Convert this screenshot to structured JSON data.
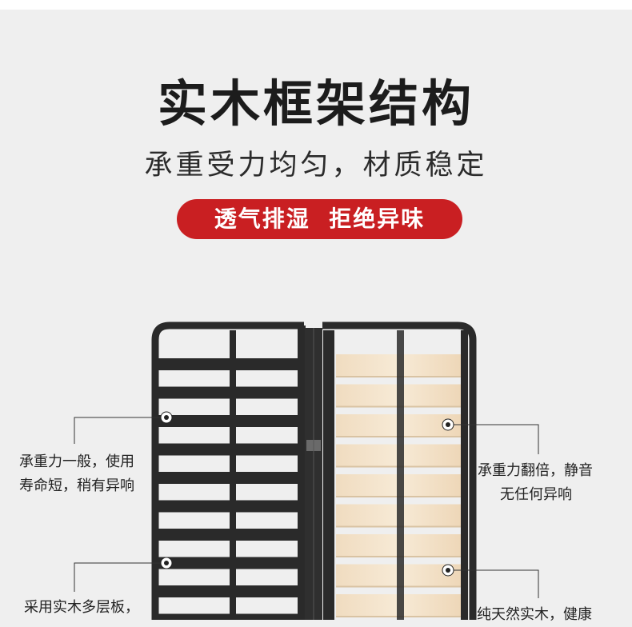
{
  "header": {
    "title": "实木框架结构",
    "subtitle": "承重受力均匀，材质稳定",
    "badge": "透气排湿  拒绝异味"
  },
  "callouts": {
    "left_top": [
      "承重力一般，使用",
      "寿命短，稍有异响"
    ],
    "left_bottom": [
      "采用实木多层板，"
    ],
    "right_top": [
      "承重力翻倍，静音",
      "无任何异响"
    ],
    "right_bottom": [
      "纯天然实木，健康"
    ]
  },
  "colors": {
    "background": "#efefef",
    "badge": "#c91f22",
    "frame": "#2a2a2a",
    "wood": "#f3e3cc"
  }
}
